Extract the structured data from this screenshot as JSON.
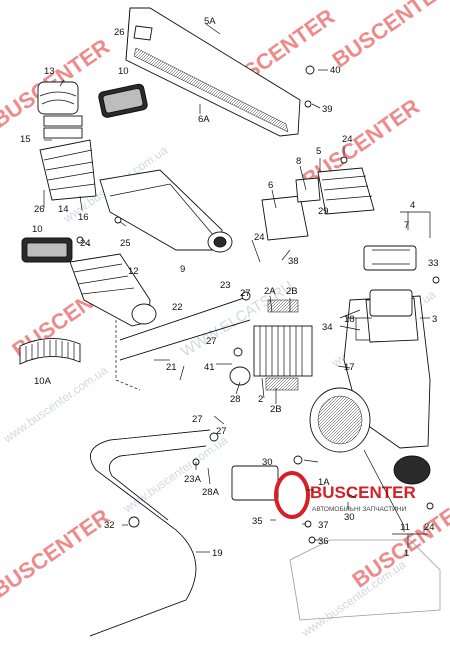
{
  "watermarks": {
    "brand": "BUSCENTER",
    "site": "www.buscenter.com.ua",
    "mid": "WWW.ELCATS.RU"
  },
  "logo": {
    "brand": "BUSCENTER",
    "tagline": "АВТОМОБІЛЬНІ ЗАПЧАСТИНИ",
    "color": "#d71f26"
  },
  "callouts": {
    "c1": "1",
    "c1A": "1A",
    "c2": "2",
    "c2A": "2A",
    "c2B": "2B",
    "c2Bb": "2B",
    "c3": "3",
    "c4": "4",
    "c5": "5",
    "c5A": "5A",
    "c6": "6",
    "c6A": "6A",
    "c7": "7",
    "c8": "8",
    "c9": "9",
    "c10": "10",
    "c10b": "10",
    "c10A": "10A",
    "c11": "11",
    "c12": "12",
    "c13": "13",
    "c14": "14",
    "c15": "15",
    "c16": "16",
    "c17": "17",
    "c18": "18",
    "c19": "19",
    "c21": "21",
    "c22": "22",
    "c23": "23",
    "c23A": "23A",
    "c24a": "24",
    "c24b": "24",
    "c24c": "24",
    "c24d": "24",
    "c25": "25",
    "c26a": "26",
    "c26b": "26",
    "c27a": "27",
    "c27b": "27",
    "c27c": "27",
    "c27d": "27",
    "c28": "28",
    "c28A": "28A",
    "c29": "29",
    "c30a": "30",
    "c30b": "30",
    "c32": "32",
    "c33": "33",
    "c34": "34",
    "c35": "35",
    "c36": "36",
    "c37": "37",
    "c38": "38",
    "c39": "39",
    "c40": "40",
    "c41": "41"
  }
}
